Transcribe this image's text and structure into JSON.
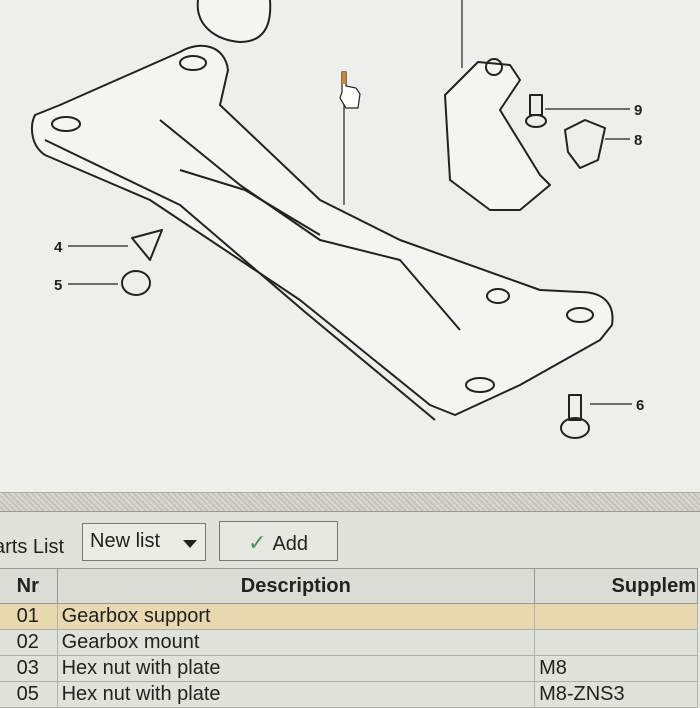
{
  "diagram": {
    "callouts": [
      "4",
      "5",
      "6",
      "8",
      "9"
    ]
  },
  "toolbar": {
    "parts_list_label": "arts List",
    "list_select_value": "New list",
    "add_label": "Add",
    "add_icon": "check-icon"
  },
  "table": {
    "headers": [
      "Nr",
      "Description",
      "Supplem"
    ],
    "rows": [
      {
        "nr": "01",
        "description": "Gearbox support",
        "supplement": ""
      },
      {
        "nr": "02",
        "description": "Gearbox mount",
        "supplement": ""
      },
      {
        "nr": "03",
        "description": "Hex nut with plate",
        "supplement": "M8"
      },
      {
        "nr": "05",
        "description": "Hex nut with plate",
        "supplement": "M8-ZNS3"
      }
    ]
  },
  "colors": {
    "selected_row": "#e8d9b0",
    "check": "#3a9a55"
  }
}
